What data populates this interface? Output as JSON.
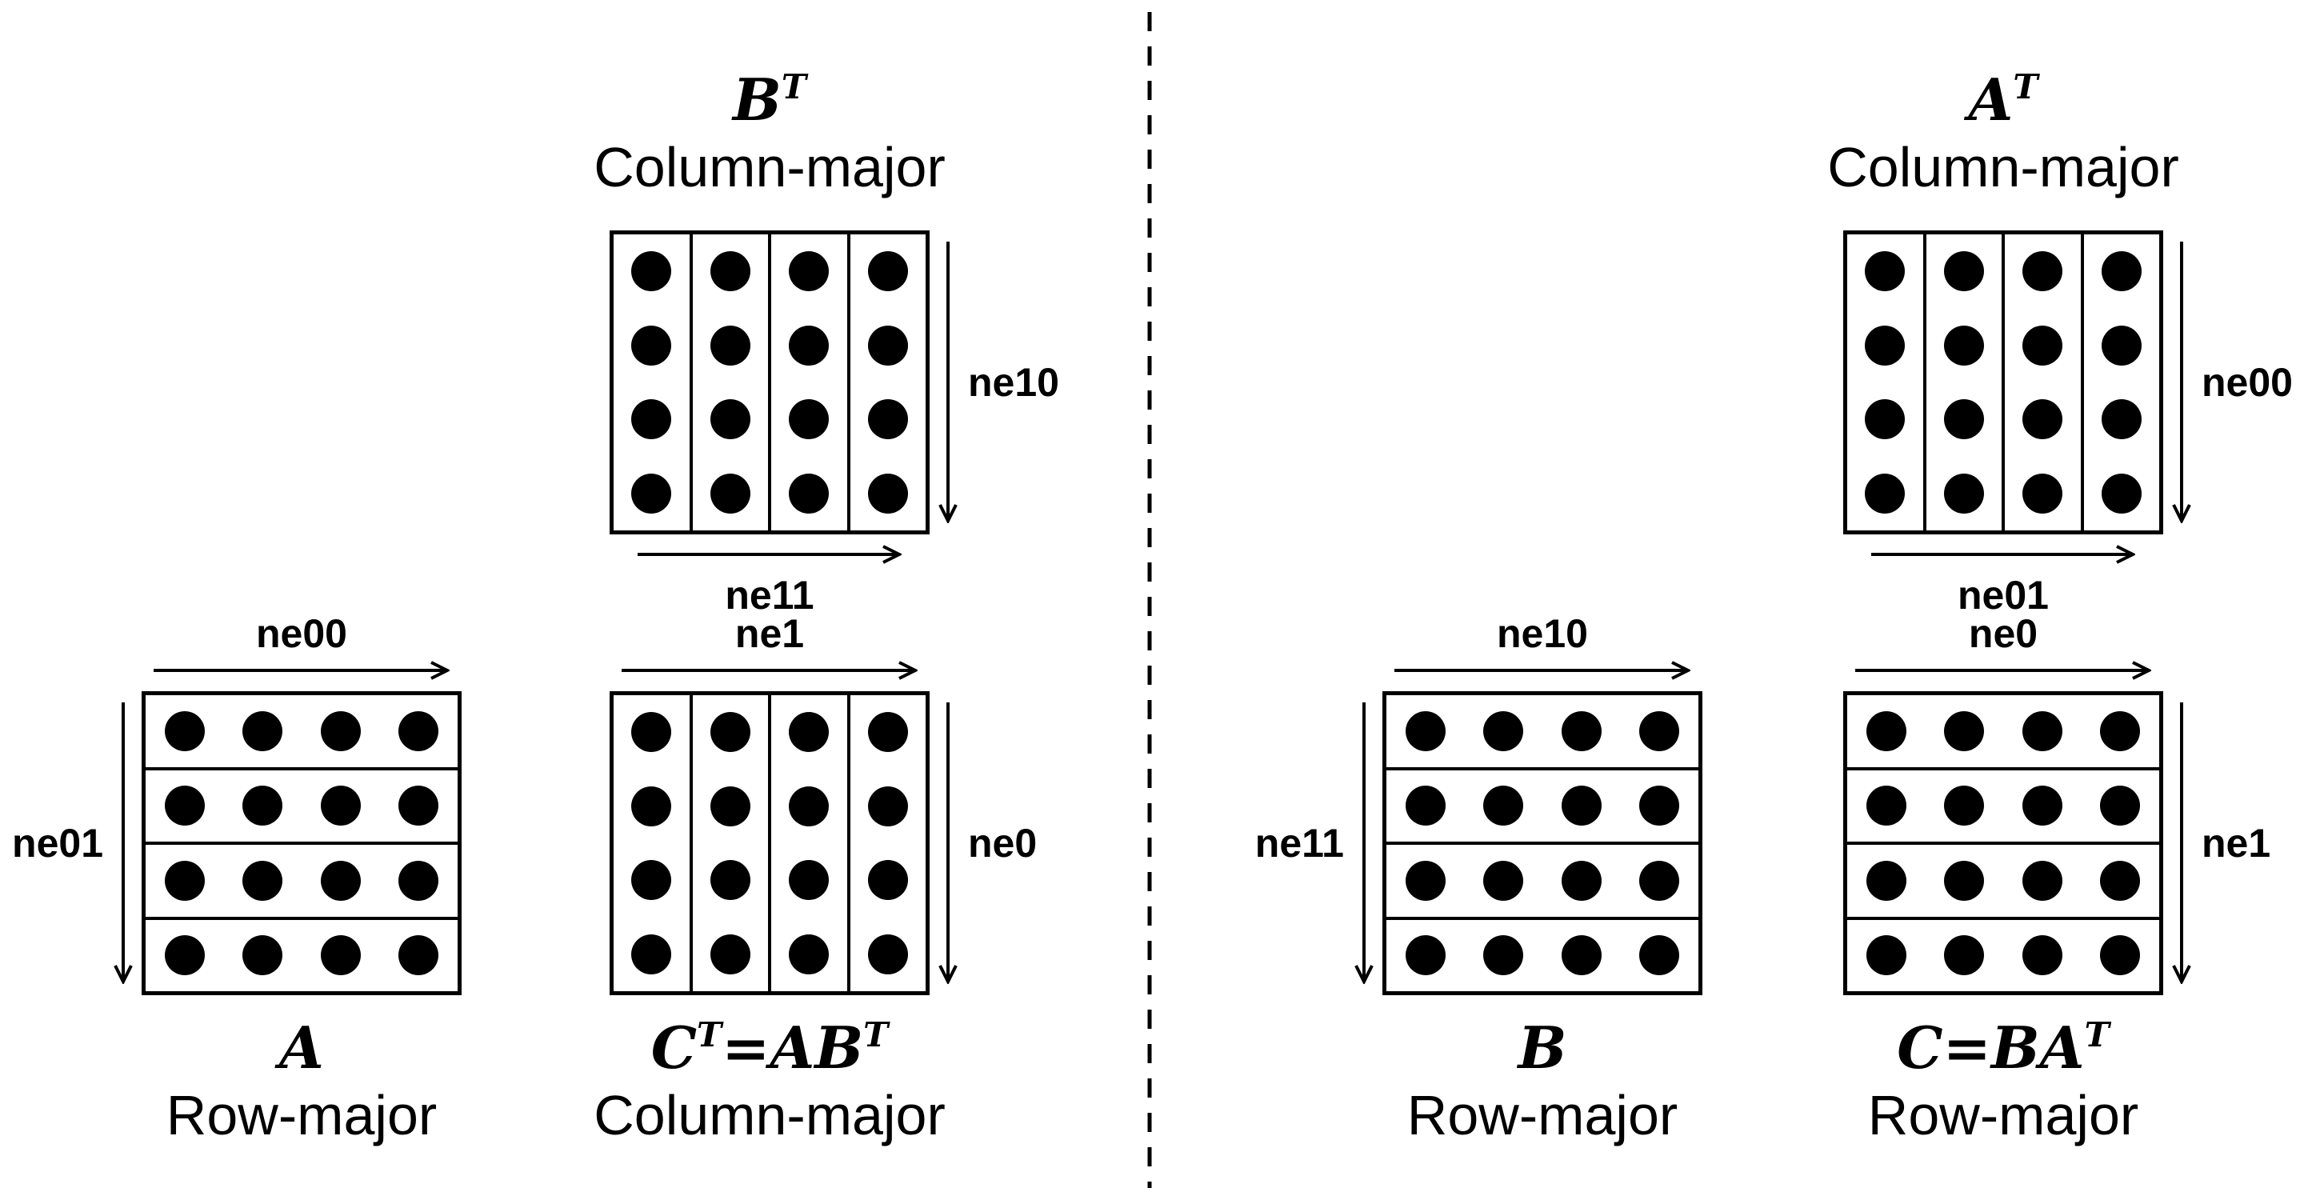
{
  "panels": {
    "left": {
      "top_matrix": {
        "math_label": "B^T",
        "layout_label": "Column-major",
        "orientation": "column",
        "rows": 4,
        "cols": 4,
        "right_arrow_label": "ne10",
        "bottom_arrow_label": "ne11"
      },
      "matrix_a": {
        "math_label": "A",
        "layout_label": "Row-major",
        "orientation": "row",
        "rows": 4,
        "cols": 4,
        "top_arrow_label": "ne00",
        "left_arrow_label": "ne01"
      },
      "result_matrix": {
        "math_label": "C^T=AB^T",
        "layout_label": "Column-major",
        "orientation": "column",
        "rows": 4,
        "cols": 4,
        "top_arrow_label": "ne1",
        "right_arrow_label": "ne0"
      }
    },
    "right": {
      "top_matrix": {
        "math_label": "A^T",
        "layout_label": "Column-major",
        "orientation": "column",
        "rows": 4,
        "cols": 4,
        "right_arrow_label": "ne00",
        "bottom_arrow_label": "ne01"
      },
      "matrix_b": {
        "math_label": "B",
        "layout_label": "Row-major",
        "orientation": "row",
        "rows": 4,
        "cols": 4,
        "top_arrow_label": "ne10",
        "left_arrow_label": "ne11"
      },
      "result_matrix": {
        "math_label": "C=BA^T",
        "layout_label": "Row-major",
        "orientation": "row",
        "rows": 4,
        "cols": 4,
        "top_arrow_label": "ne0",
        "right_arrow_label": "ne1"
      }
    }
  }
}
